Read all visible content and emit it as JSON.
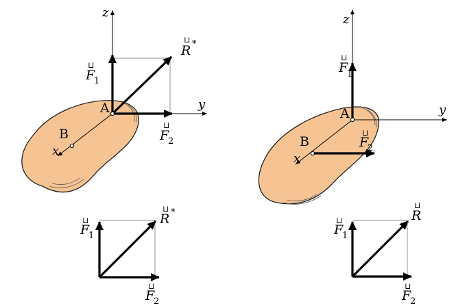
{
  "colors": {
    "body_fill": "#f6c393",
    "body_stroke": "#222222",
    "ink": "#000000",
    "guide": "#888888"
  },
  "axes": {
    "z": "z",
    "y": "y",
    "x": "x"
  },
  "points": {
    "A": "A",
    "B": "B"
  },
  "vectors": {
    "F": "F",
    "R": "R",
    "sub1": "1",
    "sub2": "2",
    "vec_mark": "⊔",
    "star": "*"
  }
}
